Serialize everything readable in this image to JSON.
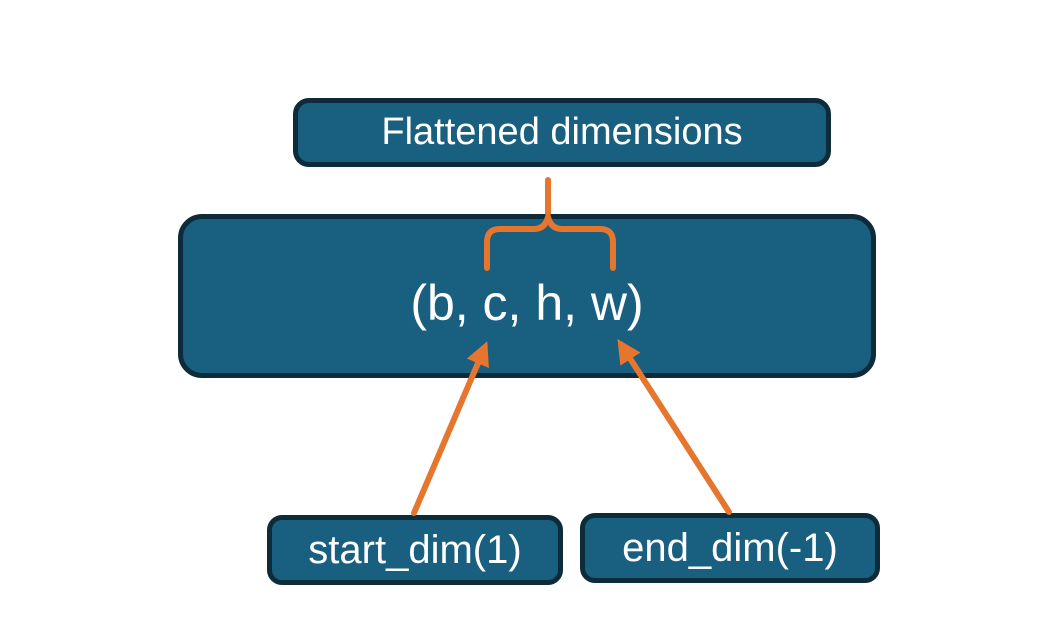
{
  "diagram": {
    "nodes": {
      "flattened": "Flattened dimensions",
      "tensor": "(b, c, h, w)",
      "start": "start_dim(1)",
      "end": "end_dim(-1)"
    },
    "connectors": {
      "brace": "curly-brace-up",
      "left_arrow": "arrow-to-c-dimension",
      "right_arrow": "arrow-to-w-dimension"
    }
  },
  "colors": {
    "box_fill": "#195F80",
    "box_border": "#0D2B38",
    "accent": "#E6752E",
    "text": "#FFFFFF",
    "background": "#FFFFFF"
  }
}
